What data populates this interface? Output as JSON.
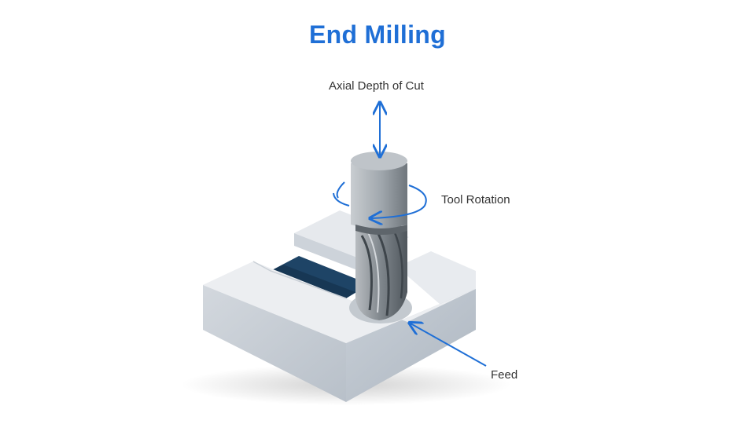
{
  "title": "End Milling",
  "labels": {
    "axial_depth": "Axial Depth of Cut",
    "tool_rotation": "Tool Rotation",
    "feed": "Feed"
  },
  "colors": {
    "title": "#1f6fd6",
    "arrow": "#1f6fd6",
    "label_text": "#333333",
    "workpiece_top": "#e9ebee",
    "workpiece_front": "#c5ccd4",
    "slot_floor": "#1e4466",
    "tool_shank": "#a7adb2"
  }
}
